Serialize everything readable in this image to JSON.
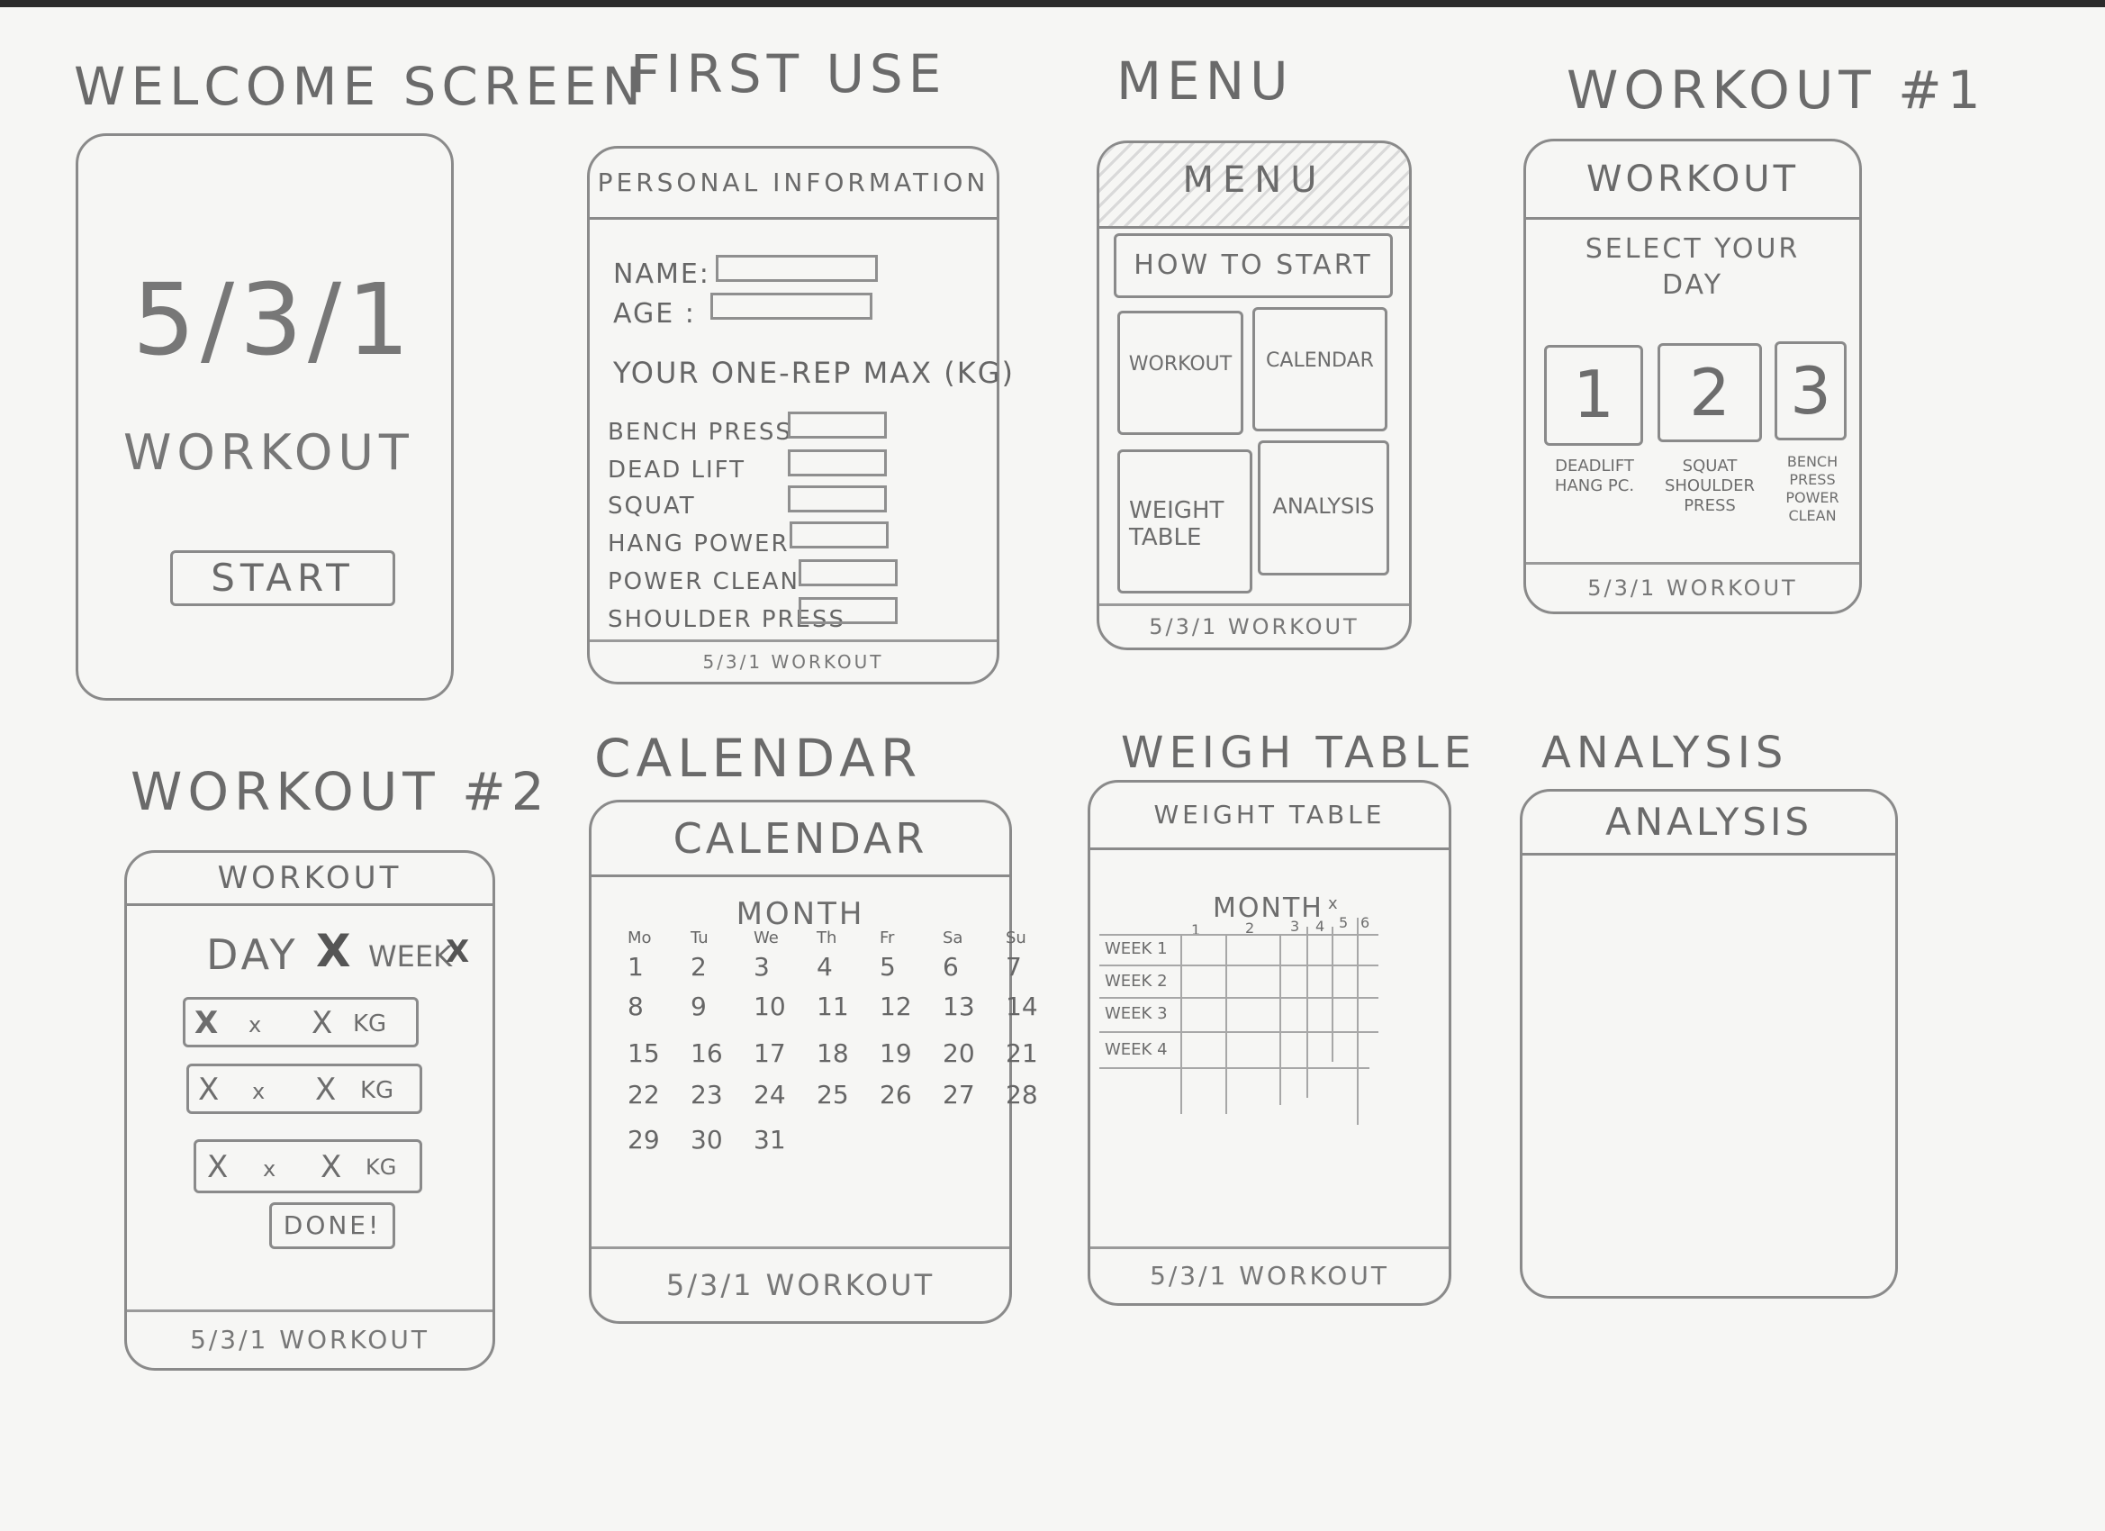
{
  "sheet_titles": {
    "welcome": "WELCOME SCREEN",
    "first_use": "FIRST USE",
    "menu": "MENU",
    "workout1": "WORKOUT #1",
    "workout2": "WORKOUT #2",
    "calendar": "CALENDAR",
    "weigh_table": "WEIGH TABLE",
    "analysis": "ANALYSIS"
  },
  "footer": "5/3/1 WORKOUT",
  "welcome": {
    "logo": "5/3/1",
    "subtitle": "WORKOUT",
    "start_button": "START"
  },
  "first_use": {
    "header": "PERSONAL INFORMATION",
    "name_label": "NAME:",
    "age_label": "AGE :",
    "orm_heading": "YOUR ONE-REP MAX (KG)",
    "lifts": [
      "BENCH PRESS",
      "DEAD LIFT",
      "SQUAT",
      "HANG POWER",
      "POWER CLEAN",
      "SHOULDER PRESS"
    ]
  },
  "menu": {
    "header": "MENU",
    "how_to_start": "HOW TO START",
    "tiles": [
      "WORKOUT",
      "CALENDAR",
      "WEIGHT TABLE",
      "ANALYSIS"
    ]
  },
  "workout1": {
    "header": "WORKOUT",
    "prompt": "SELECT YOUR DAY",
    "days": [
      {
        "num": "1",
        "lifts": "DEADLIFT HANG PC."
      },
      {
        "num": "2",
        "lifts": "SQUAT SHOULDER PRESS"
      },
      {
        "num": "3",
        "lifts": "BENCH PRESS POWER CLEAN"
      }
    ]
  },
  "workout2": {
    "header": "WORKOUT",
    "day_label": "DAY",
    "day_value": "X",
    "week_label": "WEEK",
    "week_value": "X",
    "sets": [
      {
        "reps": "X",
        "times": "x",
        "weight": "X",
        "unit": "KG"
      },
      {
        "reps": "X",
        "times": "x",
        "weight": "X",
        "unit": "KG"
      },
      {
        "reps": "X",
        "times": "x",
        "weight": "X",
        "unit": "KG"
      }
    ],
    "done_button": "DONE!"
  },
  "calendar": {
    "header": "CALENDAR",
    "month": "MONTH",
    "weekdays": [
      "Mo",
      "Tu",
      "We",
      "Th",
      "Fr",
      "Sa",
      "Su"
    ],
    "weeks": [
      [
        "1",
        "2",
        "3",
        "4",
        "5",
        "6",
        "7"
      ],
      [
        "8",
        "9",
        "10",
        "11",
        "12",
        "13",
        "14"
      ],
      [
        "15",
        "16",
        "17",
        "18",
        "19",
        "20",
        "21"
      ],
      [
        "22",
        "23",
        "24",
        "25",
        "26",
        "27",
        "28"
      ],
      [
        "29",
        "30",
        "31",
        "",
        "",
        "",
        ""
      ]
    ]
  },
  "weight_table": {
    "header": "WEIGHT TABLE",
    "month": "MONTH",
    "month_num": "x",
    "columns": [
      "1",
      "2",
      "3",
      "4",
      "5",
      "6"
    ],
    "rows": [
      "WEEK 1",
      "WEEK 2",
      "WEEK 3",
      "WEEK 4"
    ]
  },
  "analysis": {
    "header": "ANALYSIS"
  }
}
